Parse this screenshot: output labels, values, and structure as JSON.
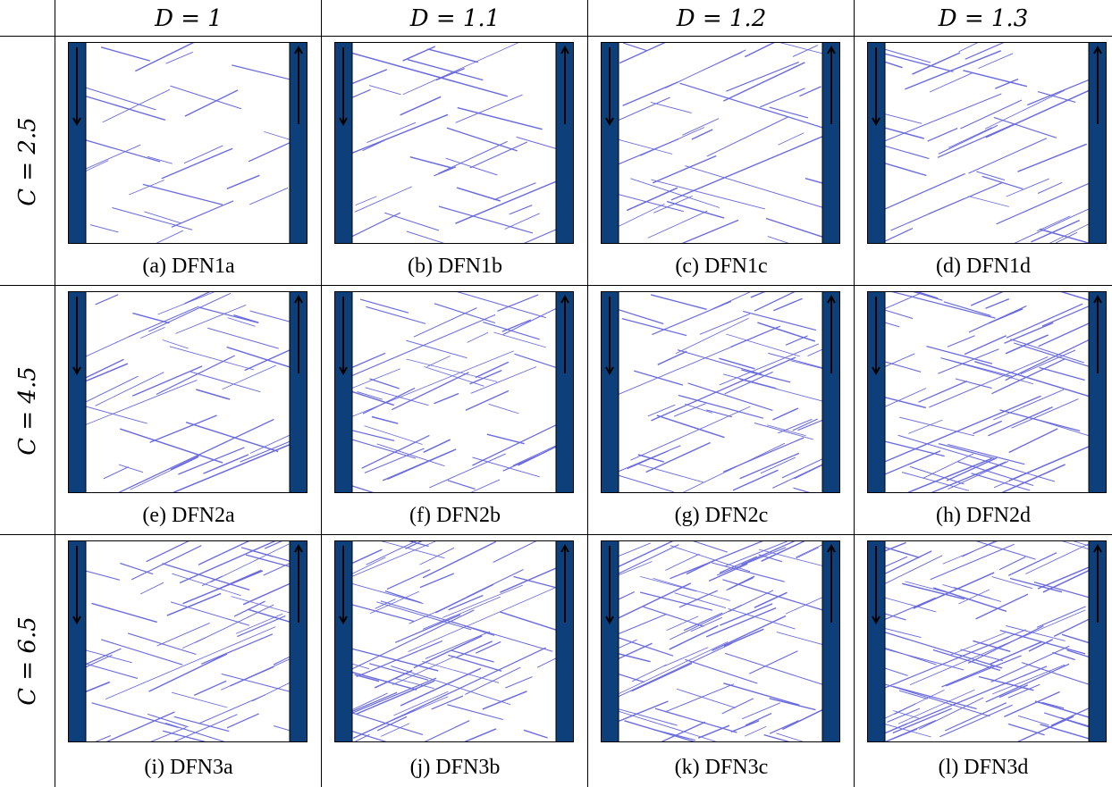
{
  "columns": [
    {
      "label": "D = 1"
    },
    {
      "label": "D = 1.1"
    },
    {
      "label": "D = 1.2"
    },
    {
      "label": "D = 1.3"
    }
  ],
  "rows": [
    {
      "label": "C = 2.5",
      "panels": [
        {
          "caption": "(a) DFN1a",
          "density": 26
        },
        {
          "caption": "(b) DFN1b",
          "density": 34
        },
        {
          "caption": "(c) DFN1c",
          "density": 38
        },
        {
          "caption": "(d) DFN1d",
          "density": 44
        }
      ]
    },
    {
      "label": "C = 4.5",
      "panels": [
        {
          "caption": "(e) DFN2a",
          "density": 42
        },
        {
          "caption": "(f) DFN2b",
          "density": 52
        },
        {
          "caption": "(g) DFN2c",
          "density": 58
        },
        {
          "caption": "(h) DFN2d",
          "density": 64
        }
      ]
    },
    {
      "label": "C = 6.5",
      "panels": [
        {
          "caption": "(i) DFN3a",
          "density": 60
        },
        {
          "caption": "(j) DFN3b",
          "density": 72
        },
        {
          "caption": "(k) DFN3c",
          "density": 80
        },
        {
          "caption": "(l) DFN3d",
          "density": 88
        }
      ]
    }
  ],
  "colors": {
    "fracture": "#6a6ae0",
    "boundary_bar": "#0d3f7a",
    "frame": "#000000",
    "background": "#ffffff"
  },
  "icons": {
    "left_arrow": "arrow-down-icon",
    "right_arrow": "arrow-up-icon"
  }
}
